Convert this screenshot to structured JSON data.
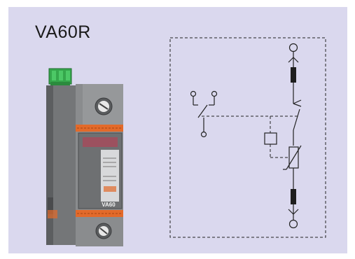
{
  "model_label": "VA60R",
  "device": {
    "front_label": "VA60",
    "colors": {
      "body": "#8a8c8e",
      "band": "#e36a2a",
      "terminal": "#35a74c",
      "background": "#dad8ee"
    }
  },
  "schematic": {
    "components": [
      "terminal-top",
      "fuse-top",
      "disconnect-switch",
      "relay-contact",
      "thermal-element",
      "varistor",
      "fuse-bottom",
      "terminal-bottom"
    ]
  }
}
